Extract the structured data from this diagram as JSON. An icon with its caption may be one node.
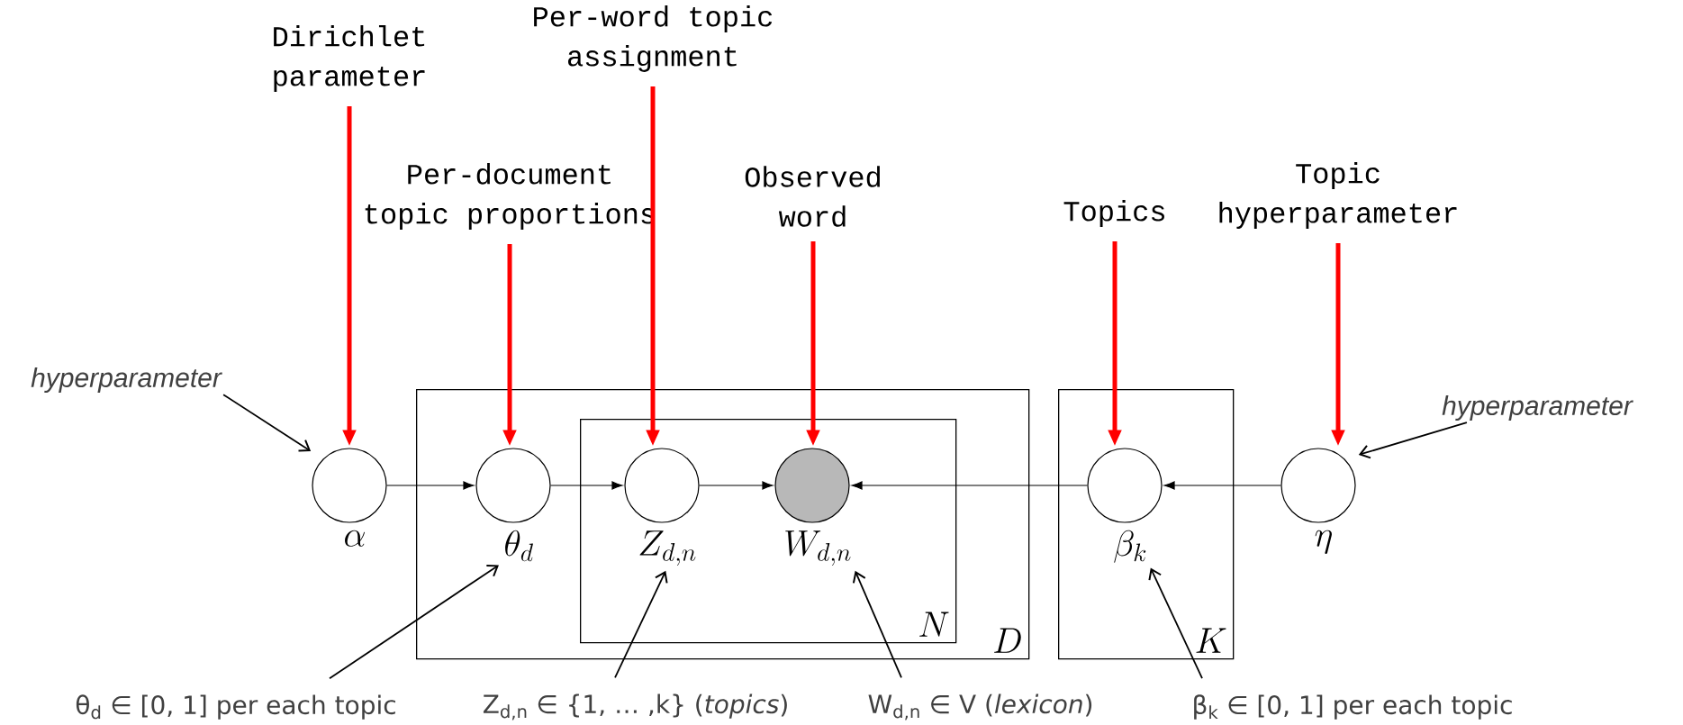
{
  "diagram": {
    "nodes": [
      {
        "text": [
          "Dirichlet parameter"
        ]
      },
      {
        "text": [
          "Per-word topic assignment"
        ]
      },
      {
        "text": [
          "Per-document topic proportions"
        ]
      },
      {
        "text": [
          "Observed word"
        ]
      },
      {
        "text": [
          "Topics"
        ]
      },
      {
        "text": [
          "Topic hyperparameter"
        ]
      },
      {
        "text": [
          "hyperparameter"
        ]
      },
      {
        "text": [
          "hyperparameter"
        ]
      },
      {
        "text": [
          "\\alpha"
        ]
      },
      {
        "text": [
          "D"
        ]
      },
      {
        "text": [
          "\\theta_d"
        ],
        "in": 9
      },
      {
        "text": [
          "N"
        ],
        "in": 9
      },
      {
        "text": [
          "Z_{d,n}"
        ],
        "in": 11
      },
      {
        "text": [
          "W_{d,n}"
        ],
        "in": 11
      },
      {
        "text": [
          "K"
        ]
      },
      {
        "text": [
          "\\beta_k"
        ],
        "in": 14
      },
      {
        "text": [
          "\\eta"
        ]
      },
      {
        "text": [
          "θ$_{d}$ ∈ [0, 1] per each topic"
        ]
      },
      {
        "text": [
          "Z$_{d,n}$ ∈ {1, … ,k} (*topics*)"
        ]
      },
      {
        "text": [
          "W$_{d,n}$ ∈  V (*lexicon*)"
        ]
      },
      {
        "text": [
          "β$_{k}$ ∈ [0, 1] per each topic"
        ]
      }
    ],
    "edges": [
      {
        "from": 0,
        "to": 8,
        "arrow": "to",
        "style": "thick",
        "color": "#ff0000"
      },
      {
        "from": 1,
        "to": 12,
        "arrow": "to",
        "style": "thick",
        "color": "#ff0000"
      },
      {
        "from": 2,
        "to": 10,
        "arrow": "to",
        "style": "thick",
        "color": "#ff0000"
      },
      {
        "from": 3,
        "to": 13,
        "arrow": "to",
        "style": "thick",
        "color": "#ff0000"
      },
      {
        "from": 4,
        "to": 15,
        "arrow": "to",
        "style": "thick",
        "color": "#ff0000"
      },
      {
        "from": 5,
        "to": 16,
        "arrow": "to",
        "style": "thick",
        "color": "#ff0000"
      },
      {
        "from": 6,
        "to": 8,
        "arrow": "to"
      },
      {
        "from": 7,
        "to": 16,
        "arrow": "to"
      },
      {
        "from": 8,
        "to": 10,
        "arrow": "to"
      },
      {
        "from": 10,
        "to": 12,
        "arrow": "to"
      },
      {
        "from": 12,
        "to": 13,
        "arrow": "to"
      },
      {
        "from": 15,
        "to": 13,
        "arrow": "to"
      },
      {
        "from": 16,
        "to": 15,
        "arrow": "to"
      },
      {
        "from": 17,
        "to": 10,
        "arrow": "to"
      },
      {
        "from": 18,
        "to": 12,
        "arrow": "to"
      },
      {
        "from": 19,
        "to": 13,
        "arrow": "to"
      },
      {
        "from": 20,
        "to": 15,
        "arrow": "to"
      }
    ]
  }
}
